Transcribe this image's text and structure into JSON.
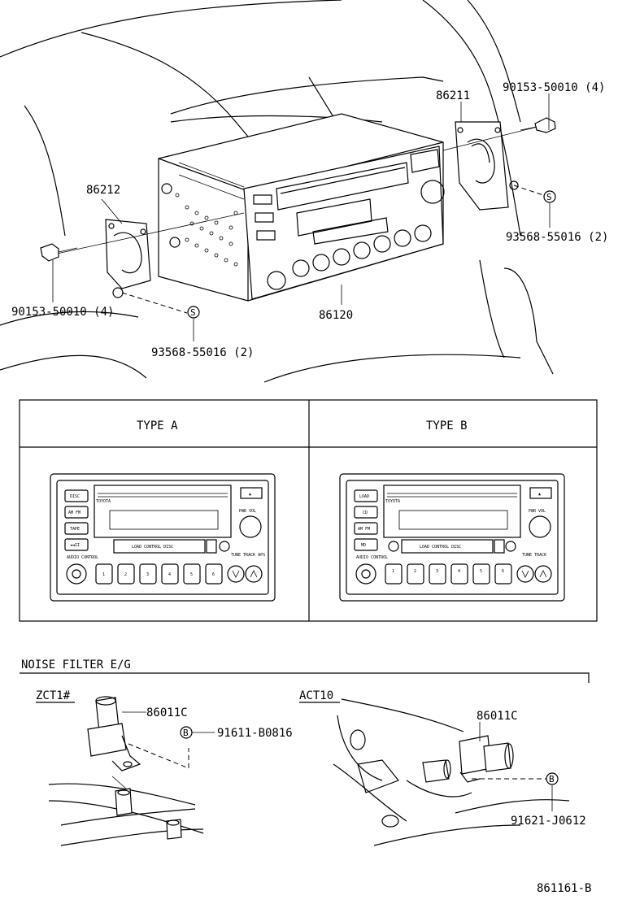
{
  "top_section": {
    "part_86211": "86211",
    "part_86212": "86212",
    "part_86120": "86120",
    "bolt_right": "90153-50010 (4)",
    "bolt_left": "90153-50010 (4)",
    "screw_right": "93568-55016 (2)",
    "screw_left": "93568-55016 (2)",
    "marker_s": "S"
  },
  "type_table": {
    "type_a_header": "TYPE  A",
    "type_b_header": "TYPE  B",
    "type_a_panel": {
      "brand": "TOYOTA",
      "buttons_left": [
        "DISC",
        "AM FM",
        "TAPE",
        "◄◄II"
      ],
      "pwr_vol": "PWR VOL",
      "load_control": "LOAD CONTROL  DISC",
      "eject": "▲",
      "audio_control": "AUDIO CONTROL",
      "tune": "TUNE TRACK APS",
      "presets": [
        "1",
        "2",
        "3",
        "4",
        "5",
        "6"
      ]
    },
    "type_b_panel": {
      "brand": "TOYOTA",
      "buttons_left": [
        "LOAD",
        "CD",
        "AM FM",
        "MD"
      ],
      "pwr_vol": "PWR VOL",
      "load_control": "LOAD CONTROL  DISC",
      "eject": "▲",
      "audio_control": "AUDIO CONTROL",
      "tune": "TUNE TRACK",
      "presets": [
        "1",
        "2",
        "3",
        "4",
        "5",
        "6"
      ]
    }
  },
  "noise_filter": {
    "title": "NOISE FILTER  E/G",
    "left_code": "ZCT1#",
    "right_code": "ACT10",
    "part_left": "86011C",
    "part_right": "86011C",
    "bolt_left": "91611-B0816",
    "bolt_right": "91621-J0612",
    "marker_b": "B"
  },
  "figure_id": "861161-B"
}
